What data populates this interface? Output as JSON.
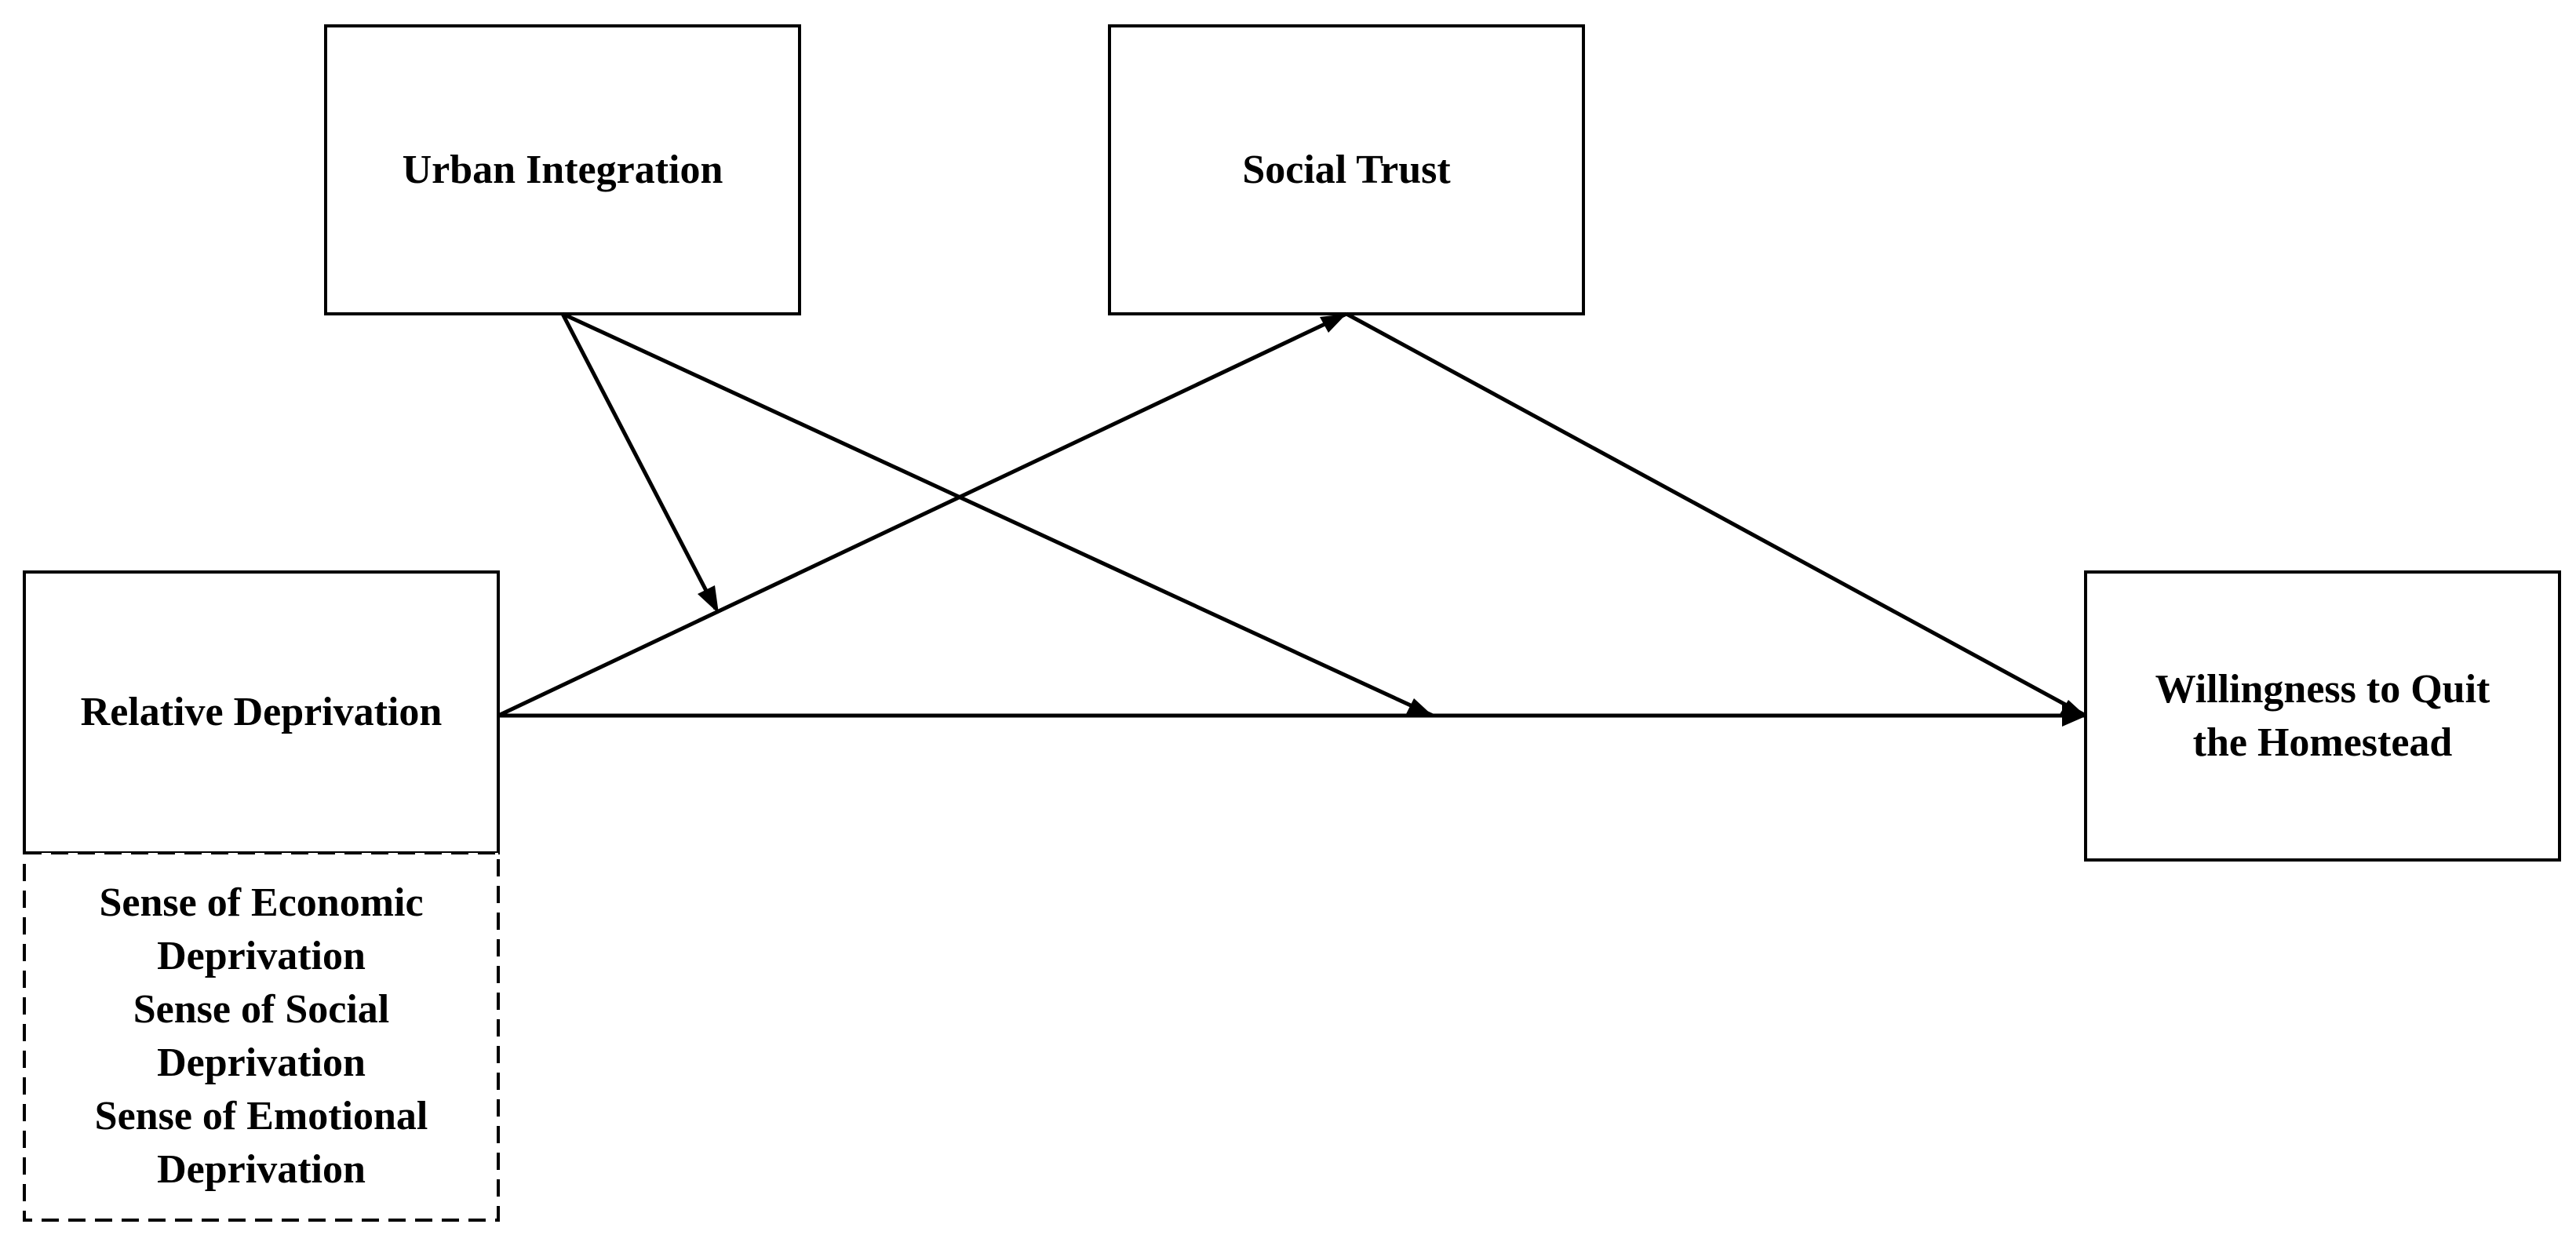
{
  "nodes": {
    "urban_integration": {
      "label": "Urban Integration"
    },
    "social_trust": {
      "label": "Social Trust"
    },
    "relative_deprivation": {
      "label": "Relative Deprivation"
    },
    "willingness": {
      "line1": "Willingness to Quit",
      "line2": "the Homestead"
    },
    "dimensions": {
      "line1": "Sense of Economic",
      "line2": "Deprivation",
      "line3": "Sense of Social",
      "line4": "Deprivation",
      "line5": "Sense of Emotional",
      "line6": "Deprivation"
    }
  },
  "edges": [
    {
      "from": "Relative Deprivation",
      "to": "Social Trust"
    },
    {
      "from": "Social Trust",
      "to": "Willingness to Quit the Homestead"
    },
    {
      "from": "Relative Deprivation",
      "to": "Willingness to Quit the Homestead"
    },
    {
      "from": "Urban Integration",
      "to": "Relative Deprivation → Social Trust path"
    },
    {
      "from": "Urban Integration",
      "to": "Relative Deprivation → Willingness path"
    }
  ]
}
